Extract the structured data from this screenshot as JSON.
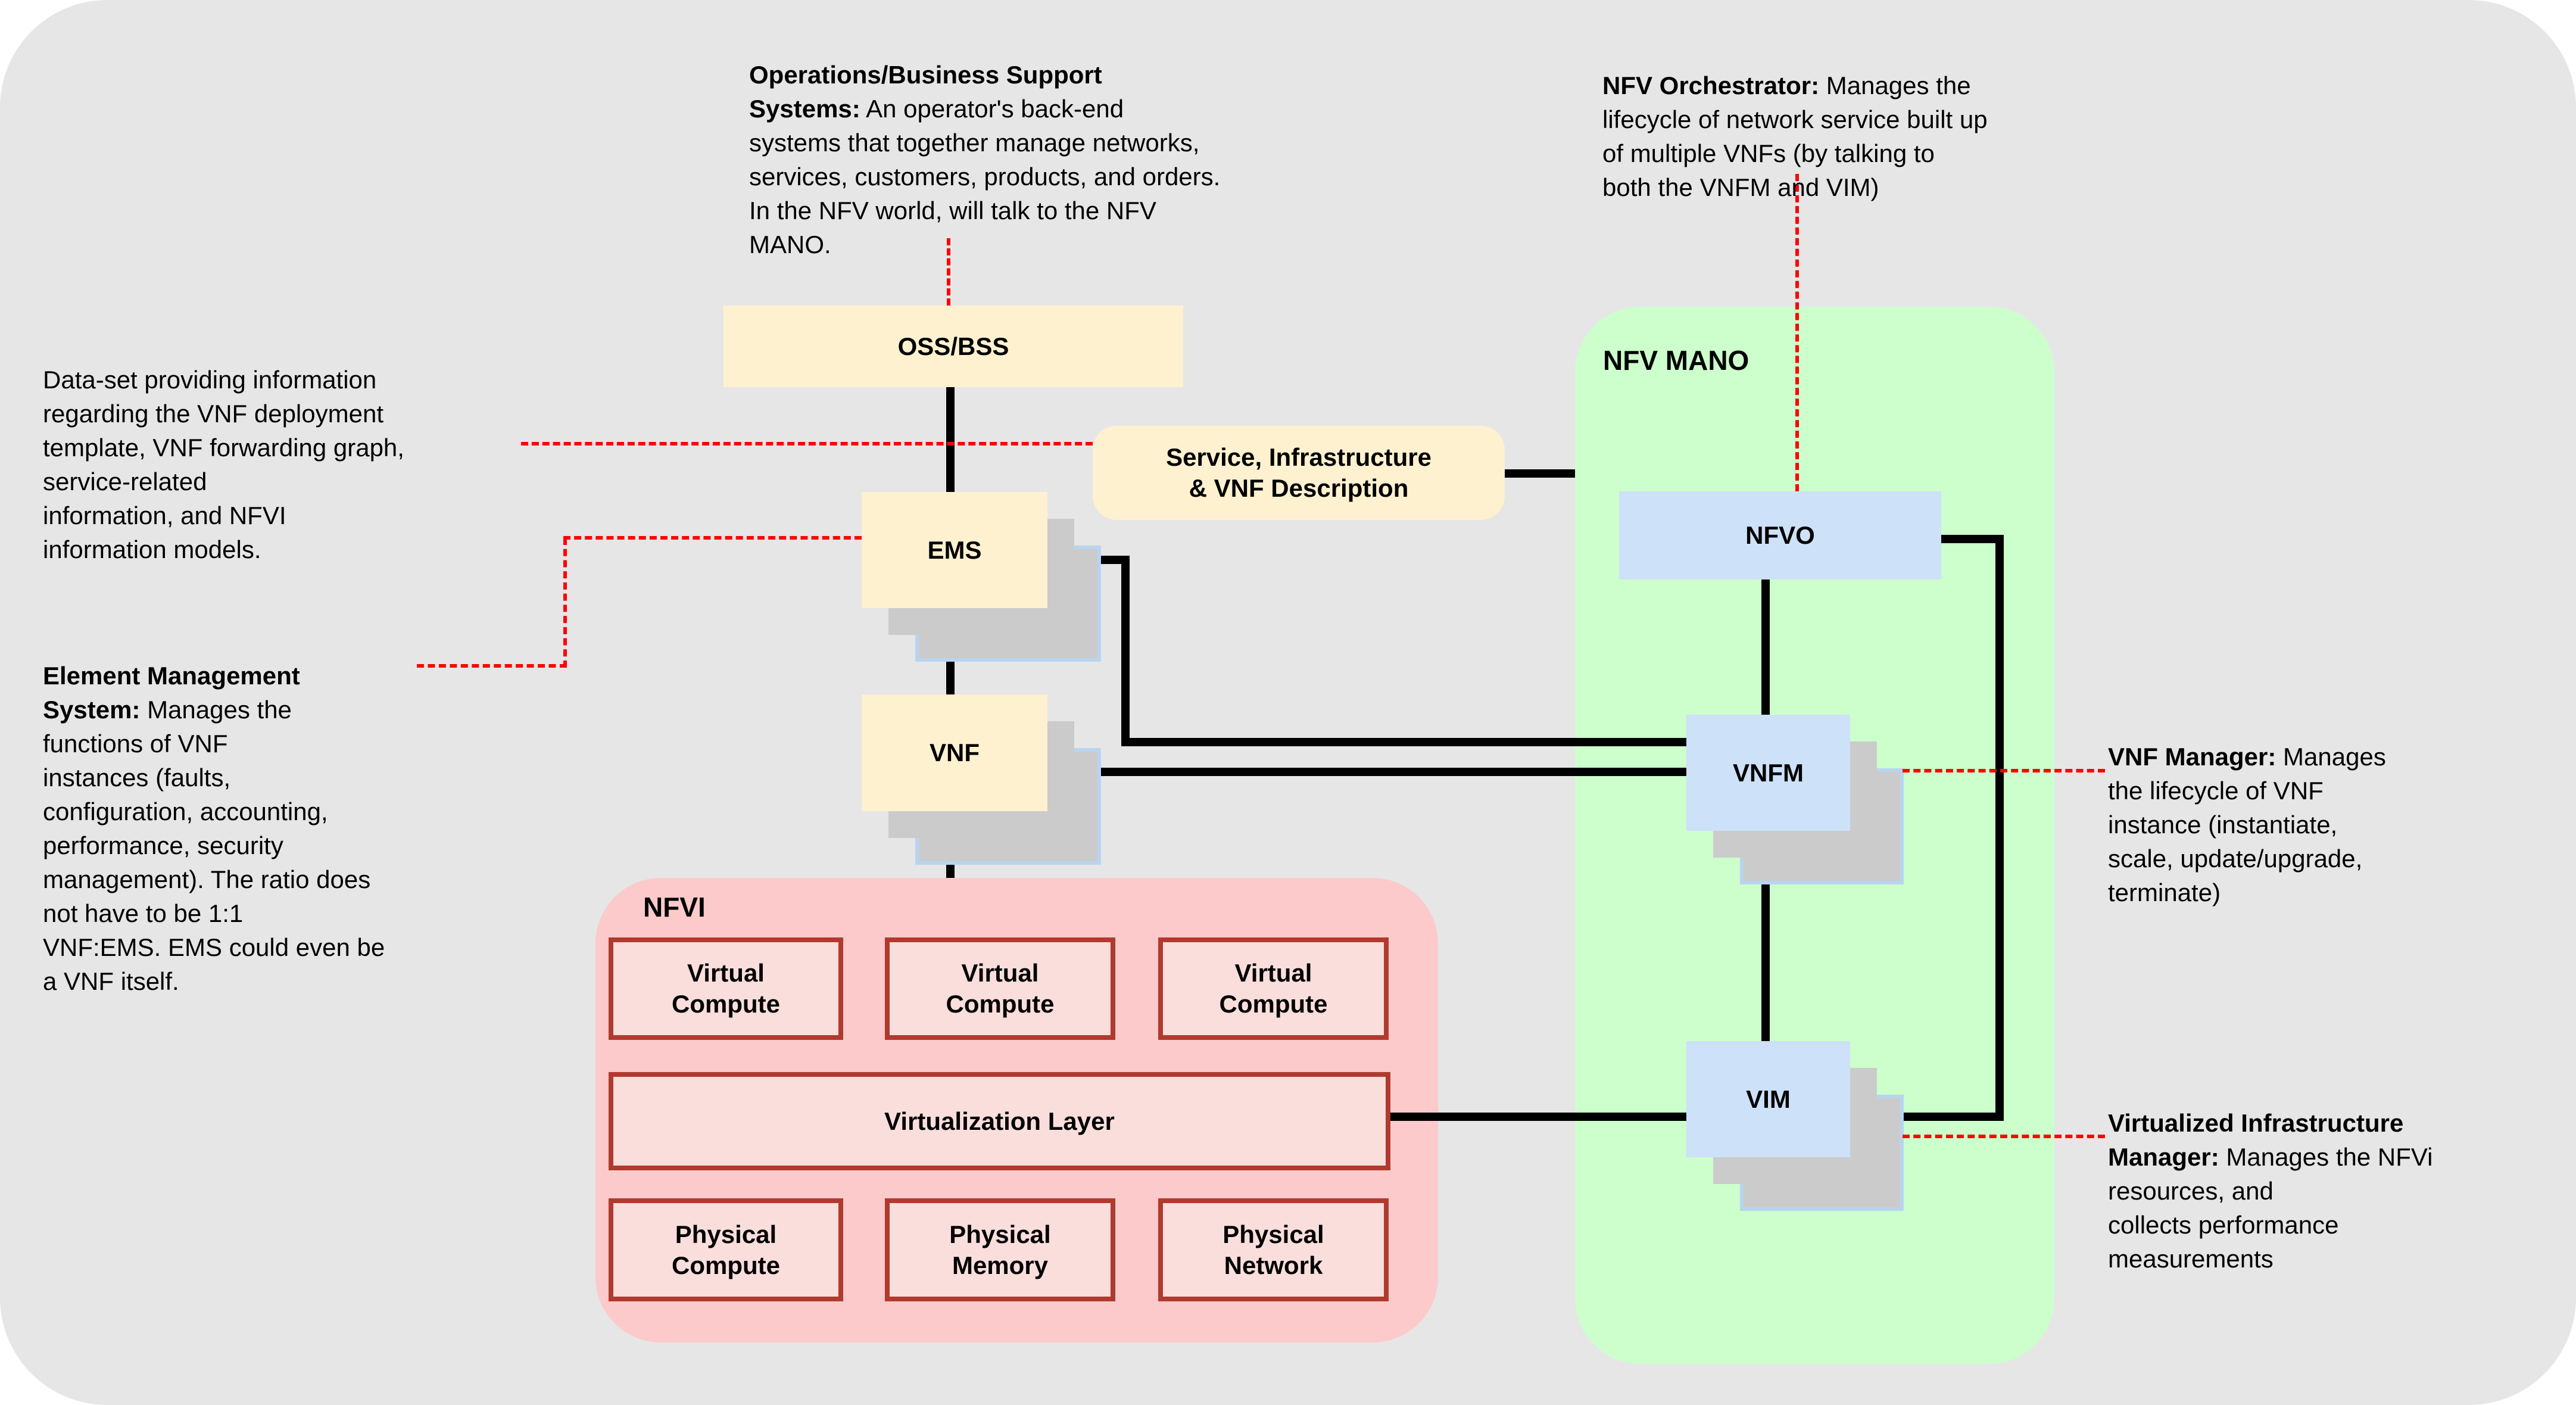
{
  "colors": {
    "page_bg": "#FFFFFF",
    "canvas_bg": "#E6E6E6",
    "cream_box": "#FDF1CF",
    "pink_region": "#FCCACA",
    "pink_box_fill": "#F9DEDC",
    "pink_box_border": "#B03A2E",
    "green_region": "#CCFFCC",
    "blue_box": "#CDE1F9",
    "shadow_gray": "#CBCBCB",
    "shadow_border_blue": "#B8D4F0",
    "connector_black": "#000000",
    "callout_red": "#FF0000"
  },
  "regions": {
    "nfvi_label": "NFVI",
    "mano_label": "NFV MANO"
  },
  "boxes": {
    "oss_bss": "OSS/BSS",
    "service_desc": "Service, Infrastructure\n& VNF Description",
    "ems": "EMS",
    "vnf": "VNF",
    "nfvo": "NFVO",
    "vnfm": "VNFM",
    "vim": "VIM",
    "virtual_compute": "Virtual\nCompute",
    "virtualization_layer": "Virtualization Layer",
    "physical_compute": "Physical\nCompute",
    "physical_memory": "Physical\nMemory",
    "physical_network": "Physical\nNetwork"
  },
  "annotations": {
    "oss": {
      "bold": "Operations/Business Support\nSystems:",
      "rest": " An operator's back-end\nsystems that together manage networks,\nservices, customers, products, and orders.\nIn the NFV world, will talk to the NFV\nMANO."
    },
    "nfvo": {
      "bold": "NFV Orchestrator:",
      "rest": " Manages the\nlifecycle of network service built up\nof multiple VNFs (by talking to\nboth the VNFM and VIM)"
    },
    "dataset": {
      "text": "Data-set providing information\nregarding the VNF deployment\ntemplate, VNF forwarding graph,\nservice-related\ninformation, and NFVI\ninformation models."
    },
    "ems": {
      "bold": "Element Management\nSystem:",
      "rest": " Manages the\nfunctions of VNF\ninstances (faults,\nconfiguration, accounting,\nperformance, security\nmanagement). The ratio does\nnot have to be 1:1\nVNF:EMS. EMS could even be\na VNF itself."
    },
    "vnfm": {
      "bold": "VNF Manager:",
      "rest": " Manages\nthe lifecycle of VNF\ninstance (instantiate,\nscale, update/upgrade,\nterminate)"
    },
    "vim": {
      "bold": "Virtualized Infrastructure\nManager:",
      "rest": " Manages the NFVi\nresources, and\ncollects performance\nmeasurements"
    }
  }
}
